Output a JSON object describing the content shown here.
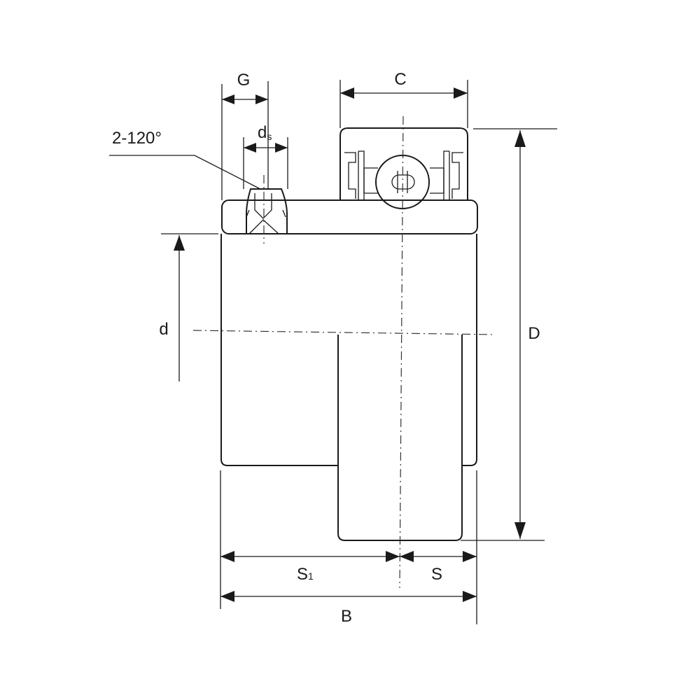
{
  "labels": {
    "G": "G",
    "C": "C",
    "ds_main": "d",
    "ds_sub": "s",
    "angle": "2-120°",
    "d": "d",
    "D": "D",
    "S1_main": "S",
    "S1_sub": "1",
    "S": "S",
    "B": "B"
  },
  "colors": {
    "line": "#1a1a1a",
    "background": "#ffffff"
  }
}
